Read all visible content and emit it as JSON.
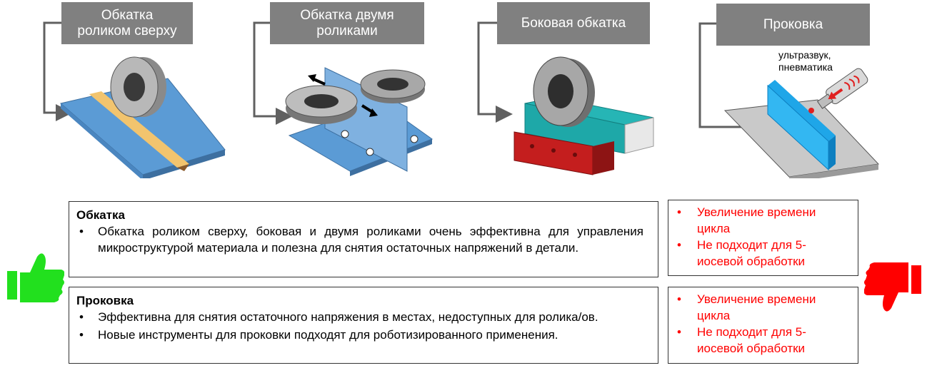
{
  "methods": [
    {
      "label": "Обкатка роликом сверху",
      "lines": [
        "Обкатка",
        "роликом сверху"
      ]
    },
    {
      "label": "Обкатка двумя роликами",
      "lines": [
        "Обкатка двумя",
        "роликами"
      ]
    },
    {
      "label": "Боковая обкатка",
      "lines": [
        "Боковая обкатка"
      ]
    },
    {
      "label": "Проковка",
      "lines": [
        "Проковка"
      ]
    }
  ],
  "peening_annotation": [
    "ультразвук,",
    "пневматика"
  ],
  "pros_panels": [
    {
      "title": "Обкатка",
      "bullets": [
        "Обкатка роликом сверху, боковая и двумя роликами очень эффективна для управления микроструктурой материала и полезна для снятия остаточных напряжений в детали."
      ]
    },
    {
      "title": "Проковка",
      "bullets": [
        "Эффективна для снятия остаточного напряжения в местах, недоступных для ролика/ов.",
        "Новые инструменты для проковки подходят для роботизированного применения."
      ]
    }
  ],
  "cons_panels": [
    {
      "bullets": [
        "Увеличение времени цикла",
        "Не подходит для 5-иосевой обработки"
      ]
    },
    {
      "bullets": [
        "Увеличение времени цикла",
        "Не подходит для 5-иосевой обработки"
      ]
    }
  ],
  "icons": {
    "pros": "thumbs-up-icon",
    "cons": "thumbs-down-icon"
  },
  "colors": {
    "label_bg": "#808080",
    "thumb_up": "#22e01e",
    "thumb_down": "#ff0000",
    "cons_text": "#ff0000",
    "plate_blue": "#5b9bd5"
  }
}
